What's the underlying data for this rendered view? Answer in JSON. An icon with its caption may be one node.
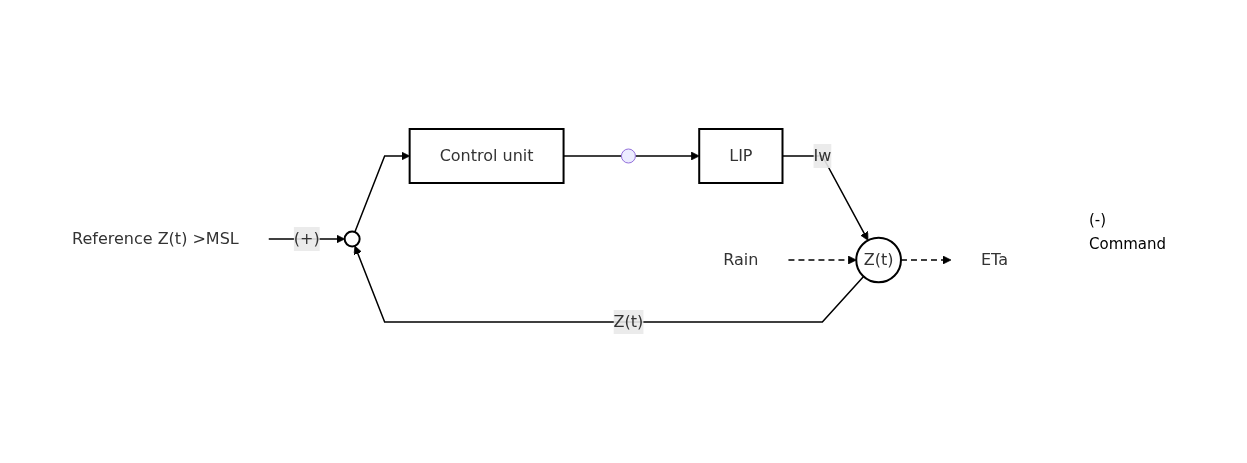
{
  "diagram": {
    "nodes": [
      {
        "text": [
          "Reference Z(t) >MSL"
        ]
      },
      {
        "text": [],
        "shape": "circle"
      },
      {
        "text": [
          "Control unit"
        ]
      },
      {
        "text": [],
        "shape": "switch"
      },
      {
        "text": [
          "LIP"
        ]
      },
      {
        "text": [
          "Z(t)"
        ]
      },
      {
        "text": [
          "ETa"
        ]
      },
      {
        "text": [
          "Rain"
        ]
      }
    ],
    "edges": [
      {
        "from": 0,
        "to": 1,
        "arrow": "to",
        "label": "(+)"
      },
      {
        "from": 1,
        "to": 2,
        "arrow": "to"
      },
      {
        "from": 2,
        "to": 3,
        "arrow": "none"
      },
      {
        "from": 3,
        "to": 4,
        "arrow": "to"
      },
      {
        "from": 4,
        "to": 5,
        "arrow": "to",
        "label": "Iw"
      },
      {
        "from": 5,
        "to": 1,
        "arrow": "to",
        "label": "Z(t)"
      },
      {
        "from": 5,
        "to": 6,
        "arrow": "to",
        "style": "dashed"
      },
      {
        "from": 7,
        "to": 5,
        "arrow": "to",
        "style": "dashed"
      }
    ],
    "labels": [
      "(-)",
      "Command"
    ]
  }
}
